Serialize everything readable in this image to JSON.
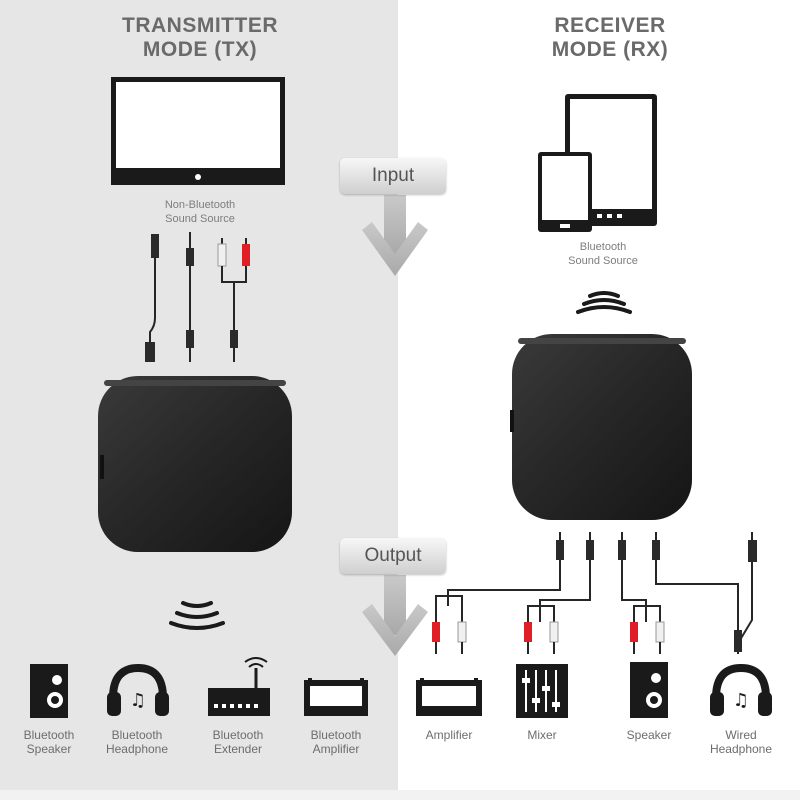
{
  "tx": {
    "title_line1": "TRANSMITTER",
    "title_line2": "MODE (TX)",
    "source_line1": "Non-Bluetooth",
    "source_line2": "Sound Source"
  },
  "rx": {
    "title_line1": "RECEIVER",
    "title_line2": "MODE (RX)",
    "source_line1": "Bluetooth",
    "source_line2": "Sound Source"
  },
  "arrows": {
    "input": "Input",
    "output": "Output"
  },
  "tx_outputs": [
    {
      "line1": "Bluetooth",
      "line2": "Speaker",
      "icon": "speaker-icon"
    },
    {
      "line1": "Bluetooth",
      "line2": "Headphone",
      "icon": "headphone-icon"
    },
    {
      "line1": "Bluetooth",
      "line2": "Extender",
      "icon": "router-icon"
    },
    {
      "line1": "Bluetooth",
      "line2": "Amplifier",
      "icon": "amplifier-icon"
    }
  ],
  "rx_outputs": [
    {
      "line1": "Amplifier",
      "line2": "",
      "icon": "amplifier-icon"
    },
    {
      "line1": "Mixer",
      "line2": "",
      "icon": "mixer-icon"
    },
    {
      "line1": "Speaker",
      "line2": "",
      "icon": "speaker-icon"
    },
    {
      "line1": "Wired",
      "line2": "Headphone",
      "icon": "headphone-icon"
    }
  ],
  "colors": {
    "left_panel": "#e6e6e6",
    "title": "#6a6a6a",
    "rca_red": "#e01e26",
    "device": "#1f1f1f"
  }
}
